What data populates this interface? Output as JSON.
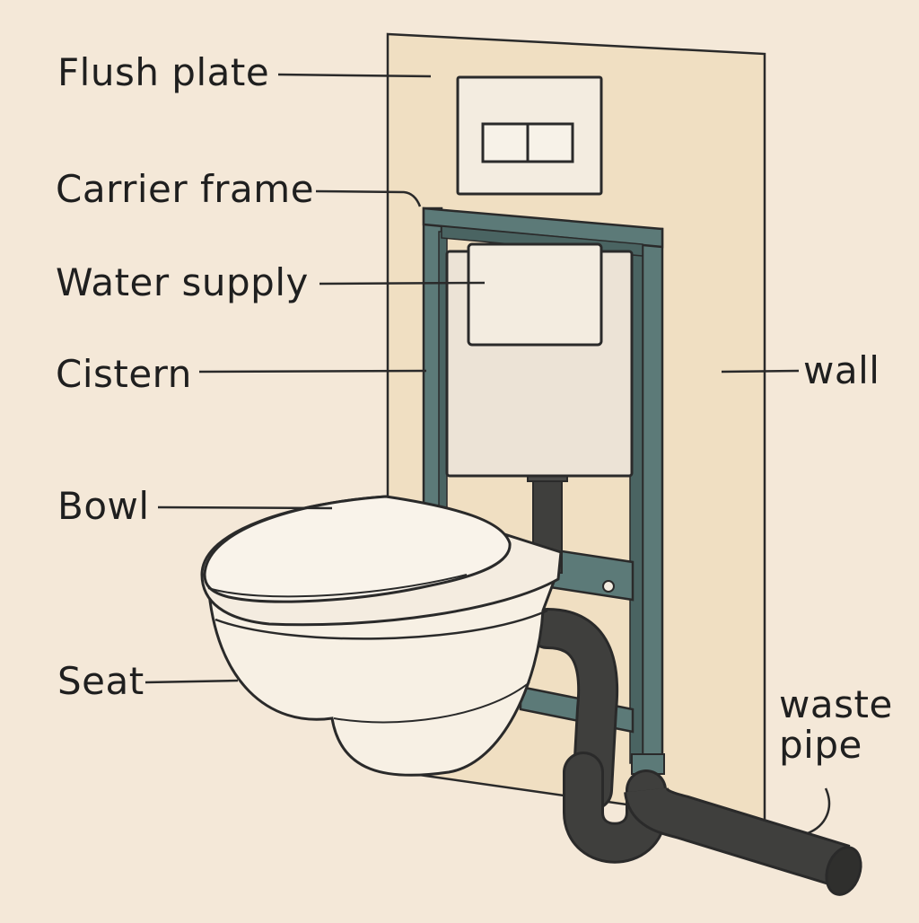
{
  "labels": {
    "flush_plate": "Flush plate",
    "carrier_frame": "Carrier frame",
    "water_supply": "Water supply",
    "cistern": "Cistern",
    "bowl": "Bowl",
    "seat": "Seat",
    "wall": "wall",
    "waste_pipe_line1": "waste",
    "waste_pipe_line2": "pipe"
  },
  "colors": {
    "background": "#f4e8d8",
    "wall": "#f0dfc2",
    "frame": "#5c7a78",
    "ceramic": "#f7f0e4",
    "cistern": "#ece3d6",
    "pipe": "#3f3f3d",
    "outline": "#2a2a2a"
  }
}
